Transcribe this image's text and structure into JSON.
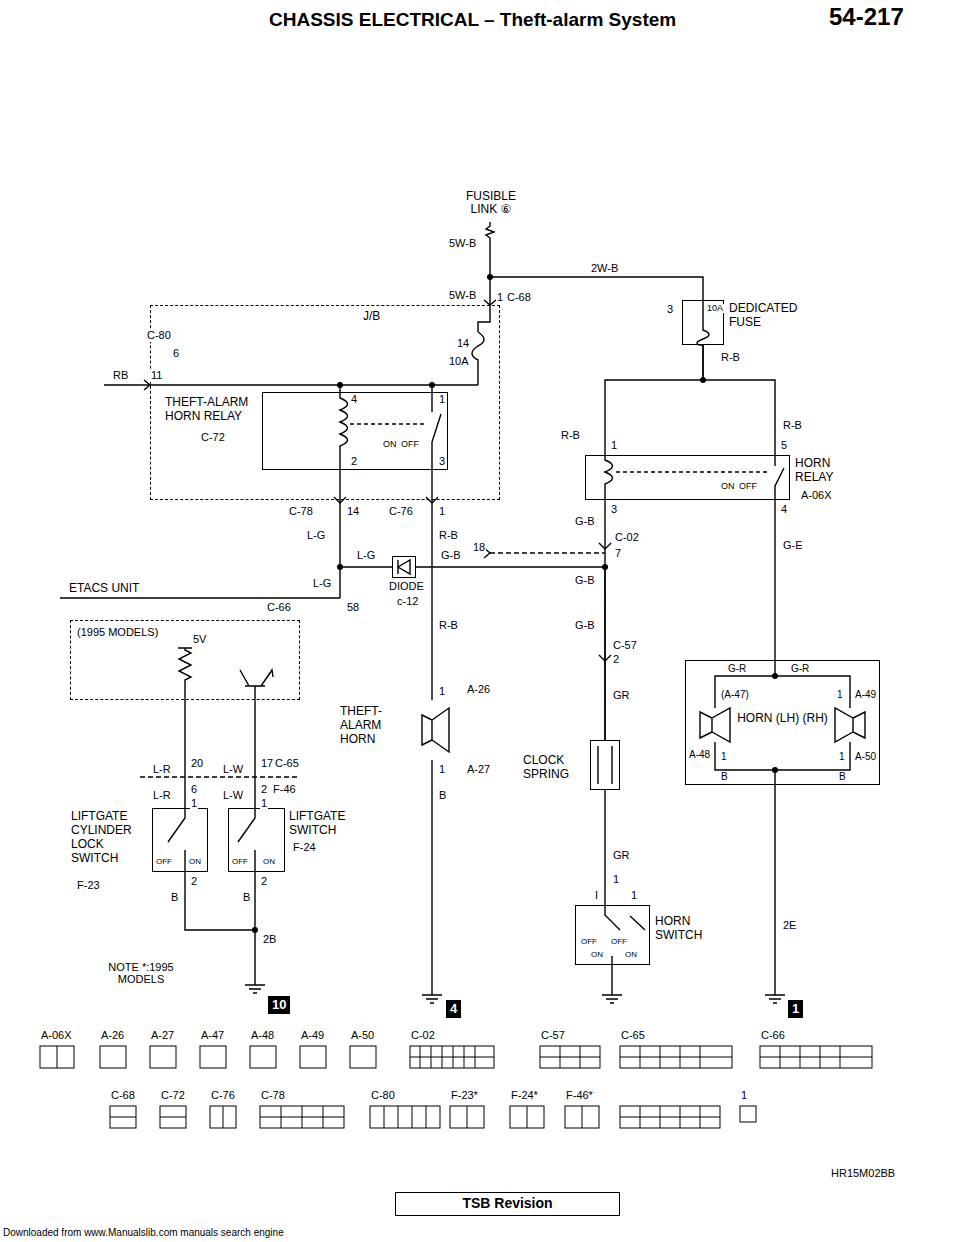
{
  "diagram": {
    "title": "CHASSIS ELECTRICAL – Theft-alarm System",
    "nodes": [
      {
        "text": [
          "J/B"
        ]
      },
      {
        "text": [
          "THEFT-ALARM HORN RELAY"
        ],
        "in": 0
      },
      {
        "text": [
          "DEDICATED FUSE"
        ]
      },
      {
        "text": [
          "HORN RELAY"
        ]
      },
      {
        "text": [
          "ETACS UNIT",
          "(1995 MODELS)"
        ]
      },
      {
        "text": [
          "DIODE"
        ]
      },
      {
        "text": [
          "THEFT- ALARM HORN"
        ]
      },
      {
        "text": [
          "CLOCK SPRING"
        ]
      },
      {
        "text": [
          "LIFTGATE CYLINDER LOCK SWITCH"
        ]
      },
      {
        "text": [
          "LIFTGATE SWITCH"
        ]
      },
      {
        "text": [
          "HORN SWITCH"
        ]
      },
      {
        "text": [
          "HORN (LH) (RH)"
        ]
      },
      {
        "text": [
          "TSB Revision"
        ]
      }
    ],
    "edges": [
      {
        "from": 2,
        "to": 3,
        "label": "R-B",
        "arrow": "none"
      },
      {
        "from": 3,
        "to": 11,
        "label": "G-E",
        "arrow": "none"
      },
      {
        "from": 7,
        "to": 10,
        "label": "GR",
        "arrow": "none"
      },
      {
        "from": 1,
        "to": 5,
        "label": "L-G",
        "arrow": "none"
      },
      {
        "from": 1,
        "to": 6,
        "label": "R-B",
        "arrow": "none"
      },
      {
        "from": 5,
        "to": 7,
        "label": "G-B",
        "arrow": "none"
      },
      {
        "from": 3,
        "to": 7,
        "label": "G-B",
        "arrow": "none"
      }
    ],
    "labels": [
      "54-217",
      "FUSIBLE LINK ⑥",
      "5W-B",
      "2W-B",
      "5W-B",
      "1",
      "C-68",
      "C-80",
      "6",
      "RB",
      "11",
      "14",
      "10A",
      "4",
      "1",
      "C-72",
      "ON",
      "OFF",
      "2",
      "3",
      "C-78",
      "14",
      "C-76",
      "1",
      "R-B",
      "3",
      "10A",
      "R-B",
      "1",
      "5",
      "ON",
      "OFF",
      "A-06X",
      "3",
      "4",
      "C-02",
      "7",
      "18",
      "G-B",
      "L-G",
      "L-G",
      "C-66",
      "58",
      "c-12",
      "R-B",
      "G-B",
      "C-57",
      "2",
      "GR",
      "G-R",
      "G-R",
      "(A-47)",
      "1",
      "A-49",
      "A-26",
      "1",
      "A-27",
      "1",
      "A-48",
      "1",
      "B",
      "1",
      "B",
      "A-50",
      "5V",
      "L-R",
      "20",
      "L-W",
      "17",
      "C-65",
      "L-R",
      "6",
      "1",
      "L-W",
      "2",
      "F-46",
      "1",
      "B",
      "OFF",
      "ON",
      "OFF",
      "ON",
      "F-23",
      "F-24",
      "2",
      "B",
      "2",
      "B",
      "2B",
      "1",
      "I",
      "1",
      "2E",
      "OFF",
      "OFF",
      "ON",
      "ON",
      "NOTE *:1995 MODELS",
      "10",
      "4",
      "1",
      "A-06X",
      "A-26",
      "A-27",
      "A-47",
      "A-48",
      "A-49",
      "A-50",
      "C-02",
      "C-57",
      "C-65",
      "C-66",
      "C-68",
      "C-72",
      "C-76",
      "C-78",
      "C-80",
      "F-23*",
      "F-24*",
      "F-46*",
      "1",
      "HR15M02BB",
      "Downloaded from www.Manualslib.com manuals search engine"
    ]
  }
}
